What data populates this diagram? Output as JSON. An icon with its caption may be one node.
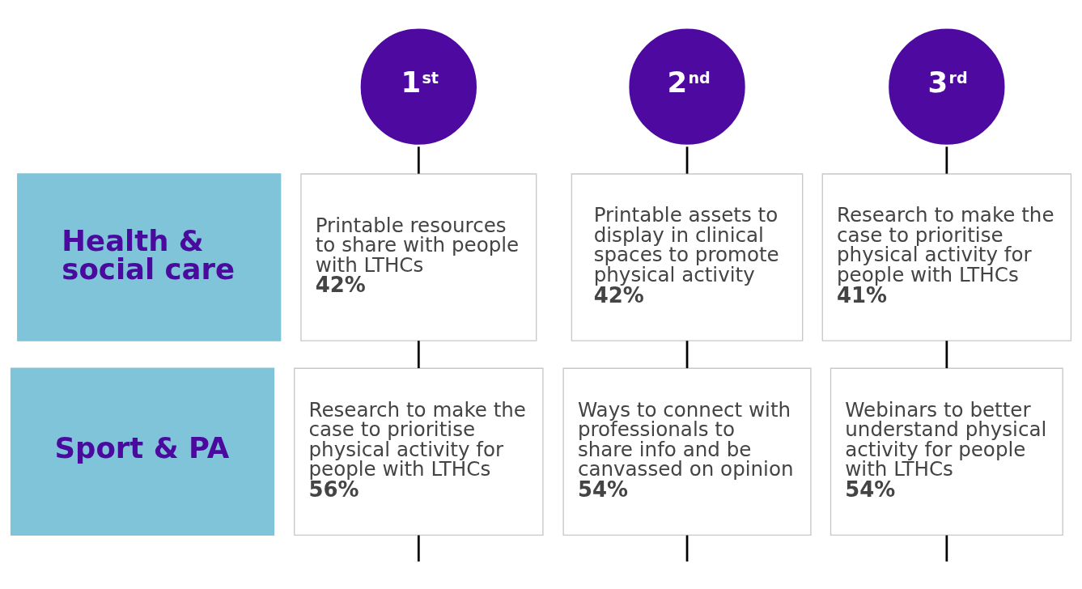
{
  "diagram": {
    "nodes": [
      {
        "text": [
          "1$^{st}$"
        ]
      },
      {
        "text": [
          "2$^{nd}$"
        ]
      },
      {
        "text": [
          "3$^{rd}$"
        ]
      },
      {
        "text": [
          "Health & social care"
        ]
      },
      {
        "text": [
          "Sport & PA"
        ]
      },
      {
        "text": [
          "Printable resources to share with people with LTHCs",
          "42%"
        ]
      },
      {
        "text": [
          "Printable assets to display in clinical spaces to promote physical activity",
          "42%"
        ]
      },
      {
        "text": [
          "Research to make the case to prioritise physical activity for people with LTHCs",
          "41%"
        ]
      },
      {
        "text": [
          "Research to make the case to prioritise physical activity for people with LTHCs",
          "56%"
        ]
      },
      {
        "text": [
          "Ways to connect with professionals to share info and be canvassed on opinion",
          "54%"
        ]
      },
      {
        "text": [
          "Webinars to better understand physical activity for people with LTHCs",
          "54%"
        ]
      }
    ],
    "edges": [
      {
        "from": 0,
        "to": 5,
        "arrow": "none"
      },
      {
        "from": 5,
        "to": 8,
        "arrow": "none"
      },
      {
        "from": 8,
        "to": null,
        "arrow": "none"
      },
      {
        "from": 1,
        "to": 6,
        "arrow": "none"
      },
      {
        "from": 6,
        "to": 9,
        "arrow": "none"
      },
      {
        "from": 9,
        "to": null,
        "arrow": "none"
      },
      {
        "from": 2,
        "to": 7,
        "arrow": "none"
      },
      {
        "from": 7,
        "to": 10,
        "arrow": "none"
      },
      {
        "from": 10,
        "to": null,
        "arrow": "none"
      }
    ]
  }
}
